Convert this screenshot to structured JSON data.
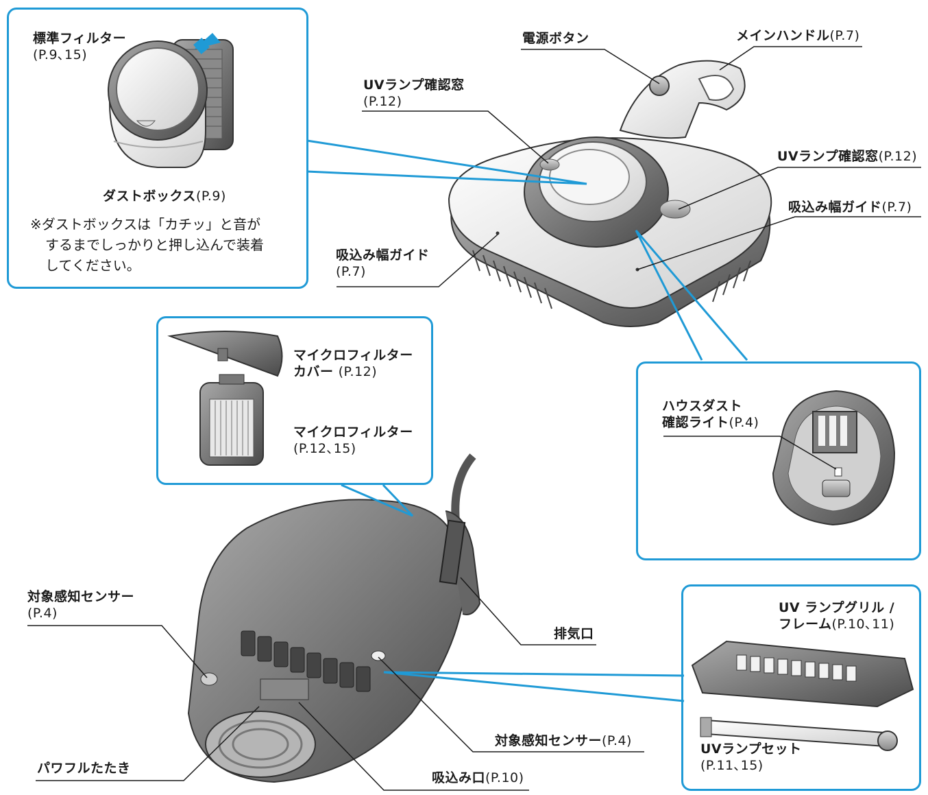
{
  "colors": {
    "accent": "#1f9ad6",
    "body_light": "#eeeeee",
    "body_dark": "#6d6d6d",
    "line": "#1a1a1a"
  },
  "labels": {
    "standard_filter": {
      "name": "標準フィルター",
      "page": "(P.9､15)"
    },
    "dust_box": {
      "name": "ダストボックス",
      "page": "(P.9)"
    },
    "dust_box_note": [
      "※ダストボックスは「カチッ」と音が",
      "するまでしっかりと押し込んで装着",
      "してください。"
    ],
    "power_button": "電源ボタン",
    "main_handle": {
      "name": "メインハンドル",
      "page": "(P.7)"
    },
    "uv_window_left": {
      "name": "UVランプ確認窓",
      "page": "(P.12)"
    },
    "uv_window_right": {
      "name": "UVランプ確認窓",
      "page": "(P.12)"
    },
    "width_guide_right": {
      "name": "吸込み幅ガイド",
      "page": "(P.7)"
    },
    "width_guide_left": {
      "name": "吸込み幅ガイド",
      "page": "(P.7)"
    },
    "micro_filter_cover": {
      "name": "マイクロフィルター",
      "name2": "カバー",
      "page": "(P.12)"
    },
    "micro_filter": {
      "name": "マイクロフィルター",
      "page": "(P.12､15)"
    },
    "house_dust_light": {
      "name": "ハウスダスト",
      "name2": "確認ライト",
      "page": "(P.4)"
    },
    "sensor_left": {
      "name": "対象感知センサー",
      "page": "(P.4)"
    },
    "exhaust": "排気口",
    "uv_grill": {
      "name": "UV ランプグリル /",
      "name2": "フレーム",
      "page": "(P.10､11)"
    },
    "powerful_tataki": "パワフルたたき",
    "sensor_bottom": {
      "name": "対象感知センサー",
      "page": "(P.4)"
    },
    "uv_lamp_set": {
      "name": "UVランプセット",
      "page": "(P.11､15)"
    },
    "suction_port": {
      "name": "吸込み口",
      "page": "(P.10)"
    }
  }
}
